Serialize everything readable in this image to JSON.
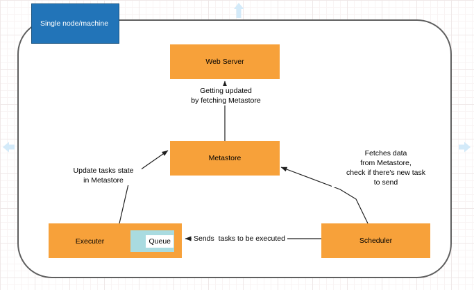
{
  "container": {
    "label": "Single node/machine"
  },
  "nodes": {
    "web_server": {
      "label": "Web Server"
    },
    "metastore": {
      "label": "Metastore"
    },
    "executer": {
      "label": "Executer"
    },
    "queue": {
      "label": "Queue"
    },
    "scheduler": {
      "label": "Scheduler"
    }
  },
  "edges": {
    "metastore_to_web_server": {
      "label": "Getting updated\nby fetching Metastore"
    },
    "executer_to_metastore": {
      "label": "Update tasks state\nin Metastore"
    },
    "scheduler_to_metastore": {
      "label": "Fetches data\nfrom Metastore,\ncheck if there's new task\nto send"
    },
    "scheduler_to_executer": {
      "label": "Sends  tasks to be executed"
    }
  },
  "colors": {
    "node_fill_orange": "#F7A13A",
    "container_label_fill_blue": "#2274B8",
    "queue_fill_cyan": "#A9DBE0",
    "nav_arrow_blue": "#D3EAF9",
    "edge_stroke": "#1f1f1f",
    "container_border": "#5f5f5f"
  }
}
